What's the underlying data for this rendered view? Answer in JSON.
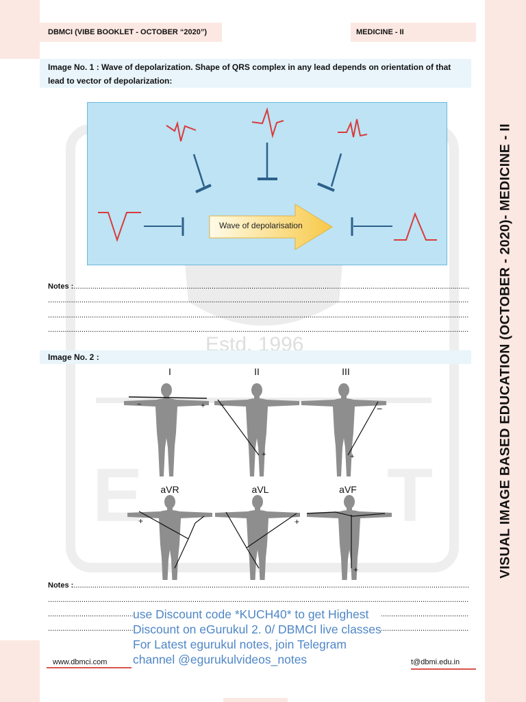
{
  "header": {
    "left": "DBMCI (VIBE BOOKLET - OCTOBER “2020”)",
    "right": "MEDICINE - II"
  },
  "side_title": "VISUAL IMAGE BASED EDUCATION (OCTOBER - 2020)- MEDICINE - II",
  "image1": {
    "caption": "Image No. 1 : Wave of depolarization. Shape of QRS complex in any lead depends on orientation of that lead to vector of depolarization:",
    "arrow_label": "Wave of depolarisation"
  },
  "notes_label": "Notes :",
  "watermark": "Estd. 1996",
  "image2": {
    "caption": "Image No. 2 :",
    "leads": [
      "I",
      "II",
      "III",
      "aVR",
      "aVL",
      "aVF"
    ]
  },
  "promo": [
    "use Discount code *KUCH40* to get Highest",
    "Discount on eGurukul 2. 0/ DBMCI live classes",
    "For Latest egurukul notes, join Telegram",
    "channel @egurukulvideos_notes"
  ],
  "footer": {
    "left": "www.dbmci.com",
    "right": "t@dbmi.edu.in"
  },
  "colors": {
    "accent_bg": "#fce8e2",
    "caption_bg": "#e9f5fb",
    "figure_bg": "#bde3f4",
    "promo_text": "#4f86c6",
    "footer_rule": "#d9534f"
  }
}
